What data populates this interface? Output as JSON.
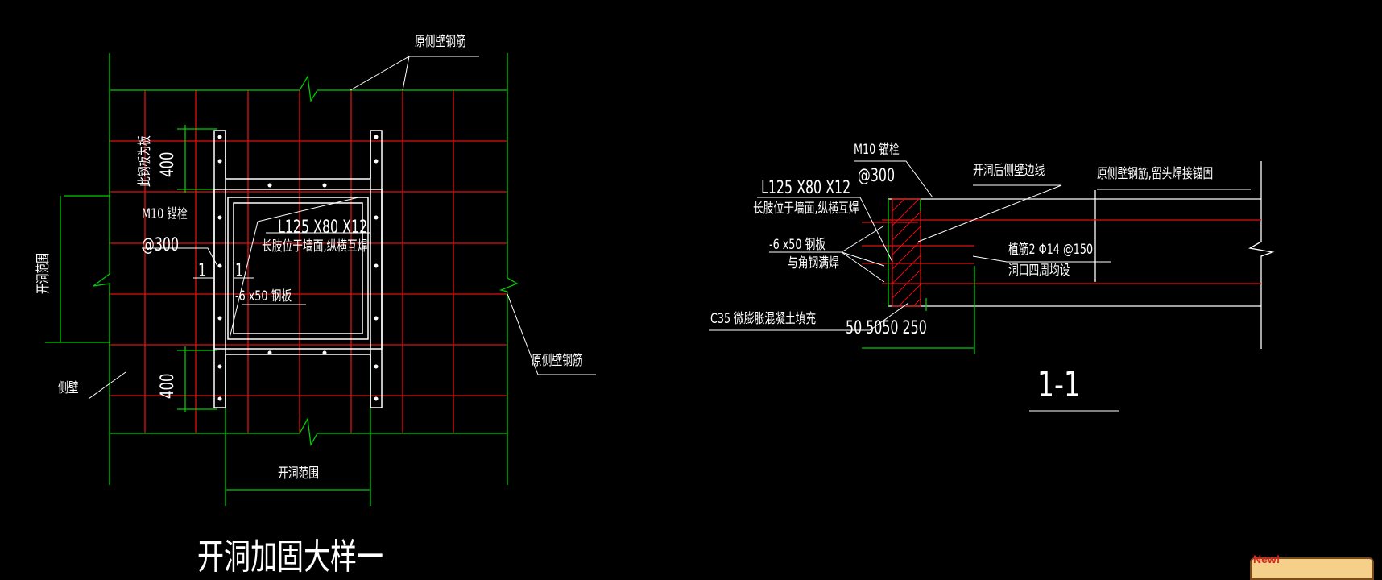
{
  "colors": {
    "background": "#000000",
    "outline": "#00cc00",
    "rebar": "#e01010",
    "text": "#ffffff",
    "steel": "#ffffff"
  },
  "detail_a": {
    "title": "开洞加固大样一",
    "labels": {
      "top_rebar": "原侧壁钢筋",
      "right_rebar": "原侧壁钢筋",
      "side_wall": "侧壁",
      "opening_range_left": "开洞范围",
      "opening_range_bottom": "开洞范围",
      "anchor": "M10 锚栓",
      "anchor_spacing": "@300",
      "angle_steel": "L125 X80 X12",
      "angle_note": "长肢位于墙面,纵横互焊",
      "plate": "-6 x50 钢板",
      "dim_top": "400",
      "dim_top_note": "此钢板为板",
      "dim_bottom": "400",
      "section_mark_left": "1",
      "section_mark_right": "1"
    }
  },
  "detail_b": {
    "title": "1-1",
    "labels": {
      "anchor": "M10 锚栓",
      "anchor_spacing": "@300",
      "angle_steel": "L125 X80 X12",
      "angle_note": "长肢位于墙面,纵横互焊",
      "plate": "-6 x50 钢板",
      "plate_note": "与角钢满焊",
      "edge_line": "开洞后侧壁边线",
      "orig_rebar": "原侧壁钢筋,留头焊接锚固",
      "planted_rebar": "植筋2 Φ14 @150",
      "planted_note": "洞口四周均设",
      "fill": "C35 微膨胀混凝土填充",
      "dims": "50 5050  250"
    }
  },
  "badge": {
    "text": "New!"
  }
}
